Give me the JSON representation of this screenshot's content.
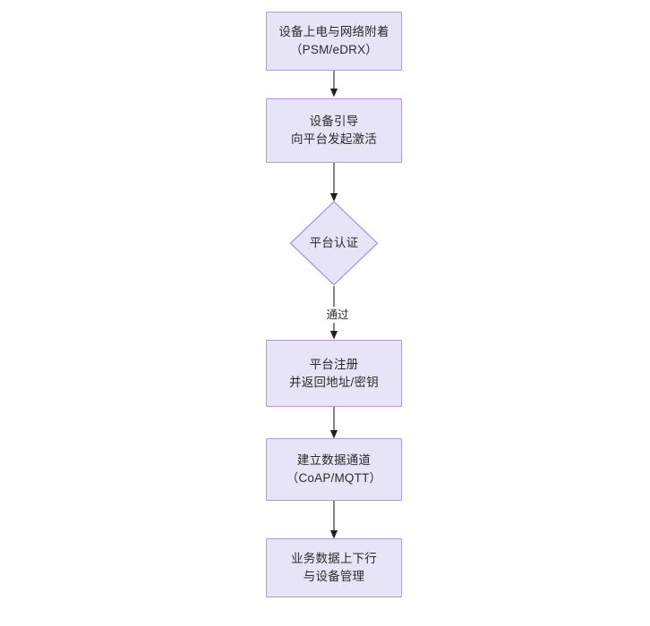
{
  "diagram": {
    "type": "flowchart",
    "direction": "top-to-bottom",
    "background_color": "#ffffff",
    "node_fill_color": "#e8e4f8",
    "node_border_color": "#b09ae0",
    "edge_color": "#333333",
    "text_color": "#2b2b2b",
    "nodes": [
      {
        "id": "n1",
        "shape": "rectangle",
        "label": "设备上电与网络附着\n（PSM/eDRX）",
        "line1": "设备上电与网络附着",
        "line2": "（PSM/eDRX）"
      },
      {
        "id": "n2",
        "shape": "rectangle",
        "label": "设备引导\n向平台发起激活",
        "line1": "设备引导",
        "line2": "向平台发起激活"
      },
      {
        "id": "n3",
        "shape": "diamond",
        "label": "平台认证",
        "line1": "平台认证",
        "line2": ""
      },
      {
        "id": "n4",
        "shape": "rectangle",
        "label": "平台注册\n并返回地址/密钥",
        "line1": "平台注册",
        "line2": "并返回地址/密钥"
      },
      {
        "id": "n5",
        "shape": "rectangle",
        "label": "建立数据通道\n（CoAP/MQTT）",
        "line1": "建立数据通道",
        "line2": "（CoAP/MQTT）"
      },
      {
        "id": "n6",
        "shape": "rectangle",
        "label": "业务数据上下行\n与设备管理",
        "line1": "业务数据上下行",
        "line2": "与设备管理"
      }
    ],
    "edges": [
      {
        "id": "e1",
        "from": "n1",
        "to": "n2",
        "label": ""
      },
      {
        "id": "e2",
        "from": "n2",
        "to": "n3",
        "label": ""
      },
      {
        "id": "e3",
        "from": "n3",
        "to": "n4",
        "label": "通过"
      },
      {
        "id": "e4",
        "from": "n4",
        "to": "n5",
        "label": ""
      },
      {
        "id": "e5",
        "from": "n5",
        "to": "n6",
        "label": ""
      }
    ]
  }
}
